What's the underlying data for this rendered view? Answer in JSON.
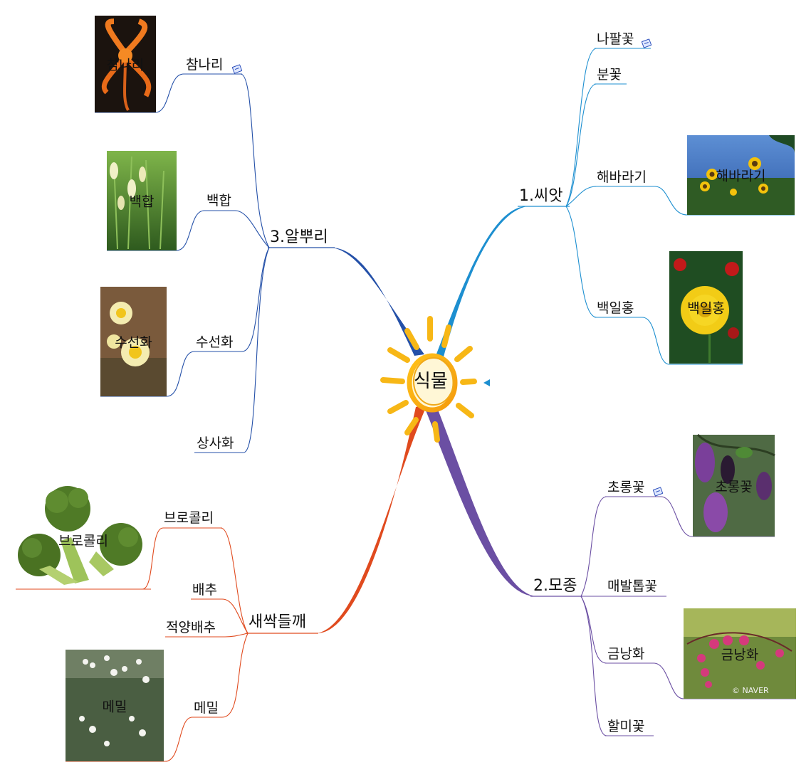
{
  "center": {
    "label": "식물"
  },
  "branches": {
    "seed": {
      "label": "1.씨앗",
      "color": "#1d8fd0",
      "items": [
        {
          "label": "나팔꽃",
          "note": true
        },
        {
          "label": "분꽃"
        },
        {
          "label": "해바라기",
          "photo_caption": "해바라기"
        },
        {
          "label": "백일홍",
          "photo_caption": "백일홍"
        }
      ]
    },
    "seedling": {
      "label": "2.모종",
      "color": "#6b4fa3",
      "items": [
        {
          "label": "초롱꽃",
          "note": true,
          "photo_caption": "초롱꽃"
        },
        {
          "label": "매발톱꽃"
        },
        {
          "label": "금낭화",
          "photo_caption": "금낭화",
          "watermark": "© NAVER"
        },
        {
          "label": "할미꽃"
        }
      ]
    },
    "bulb": {
      "label": "3.알뿌리",
      "color": "#2450a8",
      "items": [
        {
          "label": "참나리",
          "note": true,
          "photo_caption": "참나리"
        },
        {
          "label": "백합",
          "photo_caption": "백합"
        },
        {
          "label": "수선화",
          "photo_caption": "수선화"
        },
        {
          "label": "상사화"
        }
      ]
    },
    "sprout": {
      "label": "새싹들깨",
      "color": "#e04a1e",
      "items": [
        {
          "label": "브로콜리",
          "photo_caption": "브로콜리"
        },
        {
          "label": "배추"
        },
        {
          "label": "적양배추"
        },
        {
          "label": "메밀",
          "photo_caption": "메밀"
        }
      ]
    }
  }
}
